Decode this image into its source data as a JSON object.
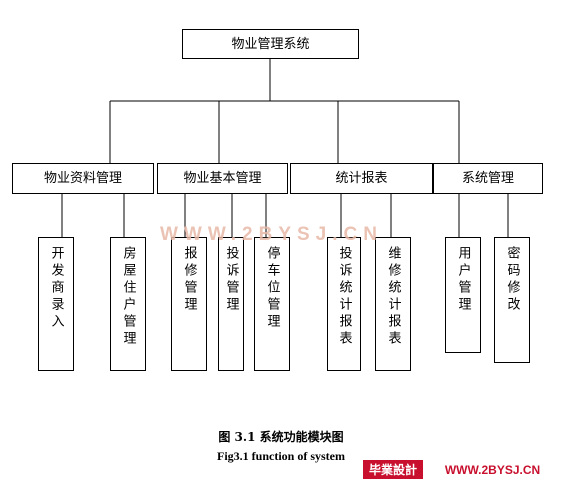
{
  "diagram": {
    "root": "物业管理系统",
    "modules": [
      {
        "label": "物业资料管理",
        "children": [
          "开发商录入",
          "房屋住户管理"
        ]
      },
      {
        "label": "物业基本管理",
        "children": [
          "报修管理",
          "投诉管理",
          "停车位管理"
        ]
      },
      {
        "label": "统计报表",
        "children": [
          "投诉统计报表",
          "维修统计报表"
        ]
      },
      {
        "label": "系统管理",
        "children": [
          "用户管理",
          "密码修改"
        ]
      }
    ]
  },
  "watermark": "WWW.2BYSJ.CN",
  "caption": {
    "cn": "图 3.1 系统功能模块图",
    "en": "Fig3.1 function of system"
  },
  "footer": {
    "brand_cn": "毕業設計",
    "url": "WWW.2BYSJ.CN"
  }
}
